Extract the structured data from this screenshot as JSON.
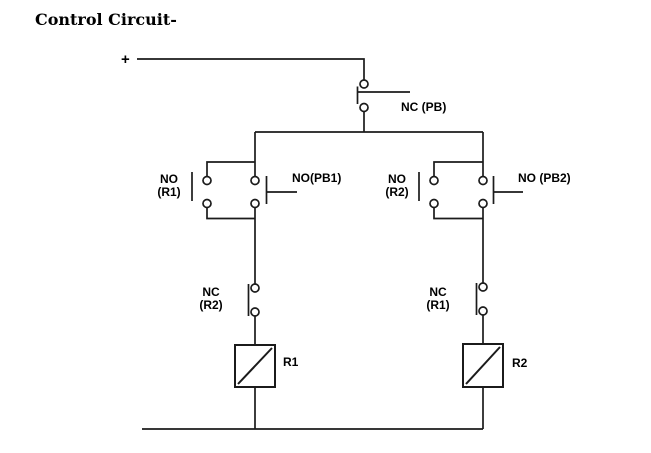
{
  "title": "Control Circuit-",
  "supply": {
    "positive": "+"
  },
  "colors": {
    "line": "#1b1b1b",
    "text": "#000000",
    "background": "#ffffff"
  },
  "labels": {
    "nc_pb": "NC (PB)",
    "no_r1": "NO\n(R1)",
    "no_pb1": "NO(PB1)",
    "no_r2": "NO\n(R2)",
    "no_pb2": "NO (PB2)",
    "nc_r2": "NC\n(R2)",
    "nc_r1": "NC\n(R1)",
    "coil_r1": "R1",
    "coil_r2": "R2"
  }
}
